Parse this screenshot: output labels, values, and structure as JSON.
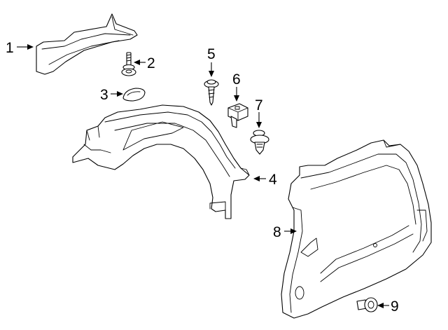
{
  "diagram": {
    "callouts": [
      {
        "number": "1"
      },
      {
        "number": "2"
      },
      {
        "number": "3"
      },
      {
        "number": "4"
      },
      {
        "number": "5"
      },
      {
        "number": "6"
      },
      {
        "number": "7"
      },
      {
        "number": "8"
      },
      {
        "number": "9"
      }
    ]
  }
}
